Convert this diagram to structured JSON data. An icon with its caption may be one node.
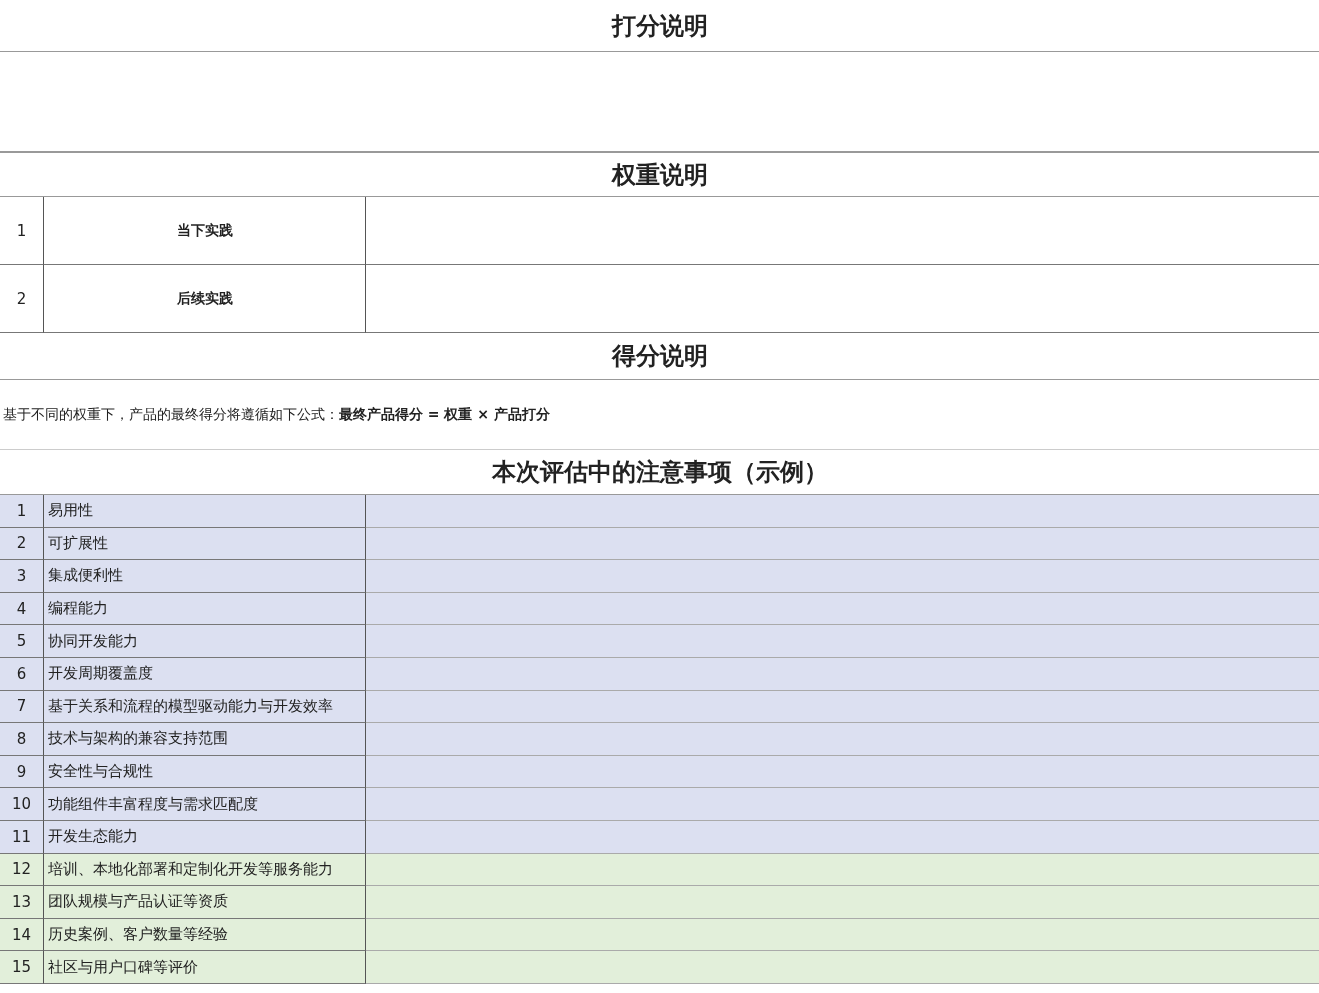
{
  "diagram": {
    "labels": [
      "打分说明",
      "权重说明",
      "1",
      "当下实践",
      "2",
      "后续实践",
      "得分说明",
      "基于不同的权重下，产品的最终得分将遵循如下公式：**最终产品得分 = 权重 × 产品打分**",
      "本次评估中的注意事项（示例）",
      "1",
      "易用性",
      "2",
      "可扩展性",
      "3",
      "集成便利性",
      "4",
      "编程能力",
      "5",
      "协同开发能力",
      "6",
      "开发周期覆盖度",
      "7",
      "基于关系和流程的模型驱动能力与开发效率",
      "8",
      "技术与架构的兼容支持范围",
      "9",
      "安全性与合规性",
      "10",
      "功能组件丰富程度与需求匹配度",
      "11",
      "开发生态能力",
      "12",
      "培训、本地化部署和定制化开发等服务能力",
      "13",
      "团队规模与产品认证等资质",
      "14",
      "历史案例、客户数量等经验",
      "15",
      "社区与用户口碑等评价"
    ]
  }
}
